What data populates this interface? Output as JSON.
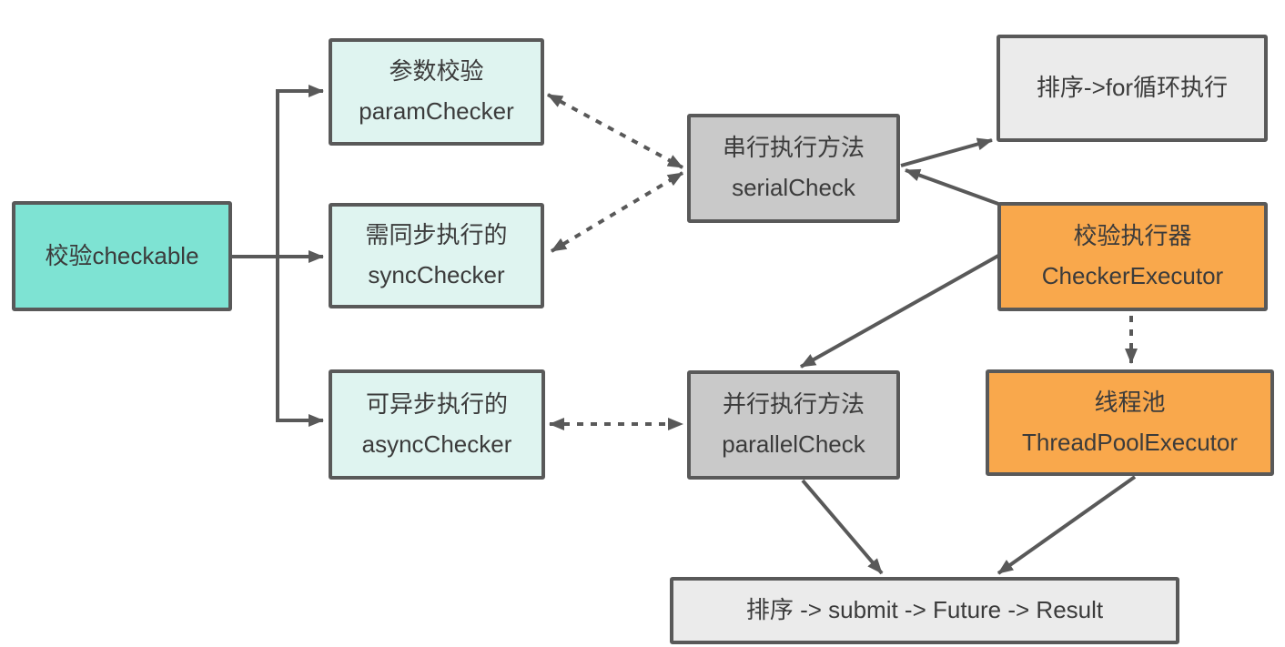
{
  "diagram_title": "",
  "colors": {
    "teal": "#7EE3D3",
    "mint": "#DFF4F0",
    "gray": "#C9C9C9",
    "light_gray": "#EBEBEB",
    "orange": "#F9A84C",
    "border": "#595959",
    "arrow": "#595959",
    "text": "#3B3B3B",
    "background": "#FFFFFF"
  },
  "nodes": {
    "checkable": {
      "label": "校验checkable"
    },
    "param_checker": {
      "line1": "参数校验",
      "line2": "paramChecker"
    },
    "sync_checker": {
      "line1": "需同步执行的",
      "line2": "syncChecker"
    },
    "async_checker": {
      "line1": "可异步执行的",
      "line2": "asyncChecker"
    },
    "serial_check": {
      "line1": "串行执行方法",
      "line2": "serialCheck"
    },
    "parallel_check": {
      "line1": "并行执行方法",
      "line2": "parallelCheck"
    },
    "for_loop": {
      "label": "排序->for循环执行"
    },
    "checker_executor": {
      "line1": "校验执行器",
      "line2": "CheckerExecutor"
    },
    "thread_pool": {
      "line1": "线程池",
      "line2": "ThreadPoolExecutor"
    },
    "result": {
      "label": "排序 -> submit -> Future -> Result"
    }
  },
  "edges": [
    {
      "from": "checkable",
      "to": "param_checker",
      "style": "solid",
      "direction": "forward"
    },
    {
      "from": "checkable",
      "to": "sync_checker",
      "style": "solid",
      "direction": "forward"
    },
    {
      "from": "checkable",
      "to": "async_checker",
      "style": "solid",
      "direction": "forward"
    },
    {
      "from": "param_checker",
      "to": "serial_check",
      "style": "dashed",
      "direction": "both"
    },
    {
      "from": "sync_checker",
      "to": "serial_check",
      "style": "dashed",
      "direction": "both"
    },
    {
      "from": "async_checker",
      "to": "parallel_check",
      "style": "dashed",
      "direction": "both"
    },
    {
      "from": "serial_check",
      "to": "for_loop",
      "style": "solid",
      "direction": "forward"
    },
    {
      "from": "checker_executor",
      "to": "serial_check",
      "style": "solid",
      "direction": "forward"
    },
    {
      "from": "checker_executor",
      "to": "parallel_check",
      "style": "solid",
      "direction": "forward"
    },
    {
      "from": "checker_executor",
      "to": "thread_pool",
      "style": "dashed",
      "direction": "forward"
    },
    {
      "from": "parallel_check",
      "to": "result",
      "style": "solid",
      "direction": "forward"
    },
    {
      "from": "thread_pool",
      "to": "result",
      "style": "solid",
      "direction": "forward"
    }
  ]
}
